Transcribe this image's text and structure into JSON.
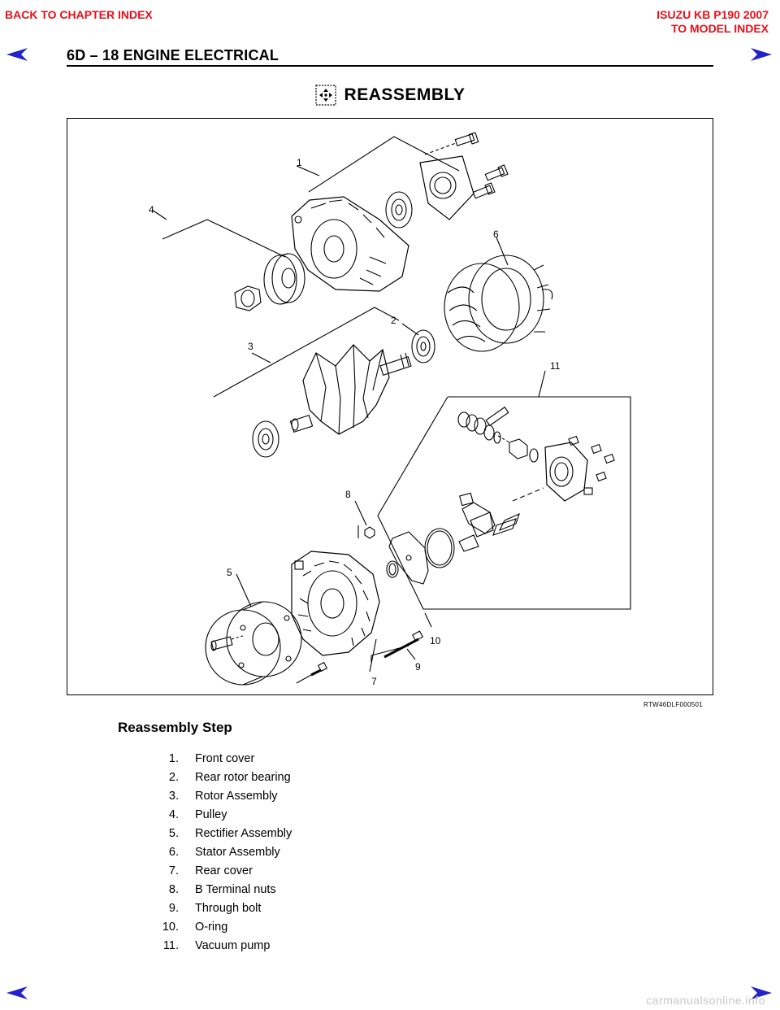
{
  "nav": {
    "back_chapter": "BACK TO CHAPTER INDEX",
    "model": "ISUZU KB P190 2007",
    "model_index": "TO MODEL INDEX"
  },
  "header": {
    "title": "6D – 18  ENGINE ELECTRICAL"
  },
  "section": {
    "title": "REASSEMBLY",
    "icon": "reassembly-icon"
  },
  "figure": {
    "code": "RTW46DLF000501",
    "callouts": [
      "1",
      "2",
      "3",
      "4",
      "5",
      "6",
      "7",
      "8",
      "9",
      "10",
      "11"
    ]
  },
  "steps": {
    "heading": "Reassembly Step",
    "items": [
      {
        "num": "1.",
        "text": "Front cover"
      },
      {
        "num": "2.",
        "text": "Rear rotor bearing"
      },
      {
        "num": "3.",
        "text": "Rotor Assembly"
      },
      {
        "num": "4.",
        "text": "Pulley"
      },
      {
        "num": "5.",
        "text": "Rectifier Assembly"
      },
      {
        "num": "6.",
        "text": "Stator Assembly"
      },
      {
        "num": "7.",
        "text": "Rear cover"
      },
      {
        "num": "8.",
        "text": "B Terminal nuts"
      },
      {
        "num": "9.",
        "text": "Through bolt"
      },
      {
        "num": "10.",
        "text": "O-ring"
      },
      {
        "num": "11.",
        "text": "Vacuum pump"
      }
    ]
  },
  "watermark": "carmanualsonline.info",
  "colors": {
    "nav_red": "#e8101a",
    "arrow_blue": "#2222cc"
  }
}
